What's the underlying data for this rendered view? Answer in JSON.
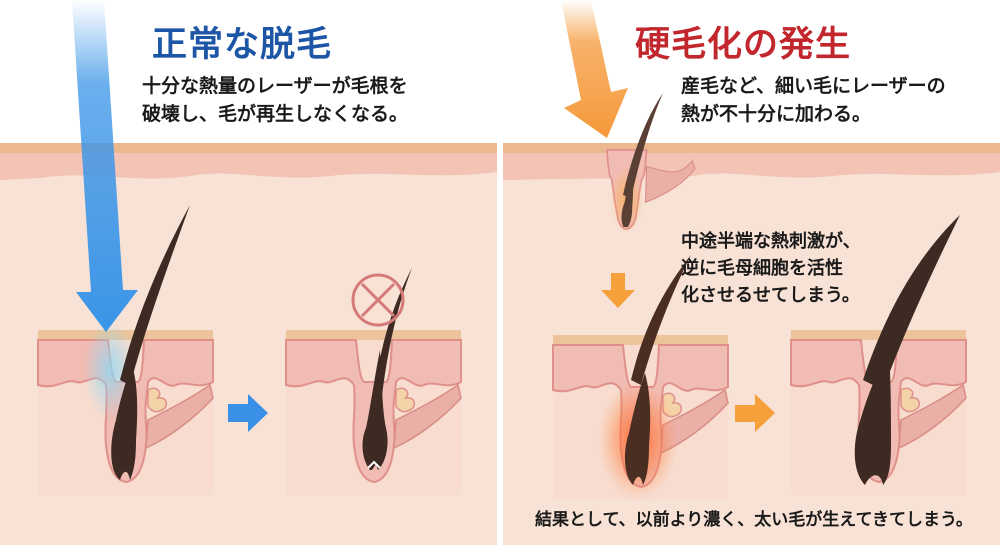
{
  "left_panel": {
    "title": "正常な脱毛",
    "description_lines": [
      "十分な熱量のレーザーが毛根を",
      "破壊し、毛が再生しなくなる。"
    ],
    "colors": {
      "title": "#1d56a6",
      "laser": "#3a95e8",
      "arrow": "#3a8fe6"
    },
    "icons": [
      "laser-beam-arrow-icon",
      "right-arrow-icon",
      "prohibited-icon"
    ],
    "stages": [
      "hair-follicle-heated",
      "hair-follicle-destroyed"
    ]
  },
  "right_panel": {
    "title": "硬毛化の発生",
    "description_lines": [
      "産毛など、細い毛にレーザーの",
      "熱が不十分に加わる。"
    ],
    "middle_lines": [
      "中途半端な熱刺激が、",
      "逆に毛母細胞を活性",
      "化させるせてしまう。"
    ],
    "result": "結果として、以前より濃く、太い毛が生えてきてしまう。",
    "colors": {
      "title": "#c2272d",
      "laser": "#f5993a",
      "arrow": "#f5a03a"
    },
    "icons": [
      "laser-beam-arrow-icon",
      "down-arrow-icon",
      "right-arrow-icon"
    ],
    "stages": [
      "thin-hair-follicle",
      "follicle-stimulated",
      "thick-hair-follicle"
    ]
  },
  "skin_colors": {
    "surface": "#e9b48c",
    "epidermis": "#f3c2b6",
    "dermis": "#f8e0d4",
    "hair": "#3d2a22"
  }
}
